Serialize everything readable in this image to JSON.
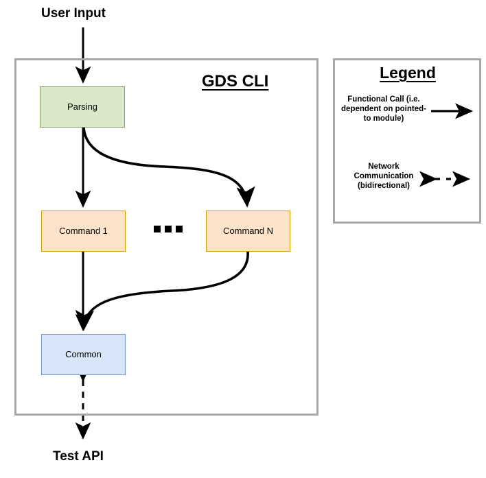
{
  "diagram": {
    "title": "GDS CLI",
    "external_labels": [
      {
        "name": "user-input",
        "text": "User Input"
      },
      {
        "name": "test-api",
        "text": "Test API"
      }
    ],
    "nodes": [
      {
        "id": "parsing",
        "label": "Parsing",
        "fill": "#d8e8c8",
        "stroke": "#82a35f"
      },
      {
        "id": "command1",
        "label": "Command 1",
        "fill": "#fde3ca",
        "stroke": "#d79b00"
      },
      {
        "id": "commandn",
        "label": "Command N",
        "fill": "#fde3ca",
        "stroke": "#d79b00"
      },
      {
        "id": "common",
        "label": "Common",
        "fill": "#d7e6f8",
        "stroke": "#7296bd"
      }
    ],
    "ellipsis": "...",
    "edges": [
      {
        "from": "user-input",
        "to": "parsing",
        "style": "solid",
        "direction": "one-way"
      },
      {
        "from": "parsing",
        "to": "command1",
        "style": "solid",
        "direction": "one-way"
      },
      {
        "from": "parsing",
        "to": "commandn",
        "style": "solid",
        "direction": "one-way"
      },
      {
        "from": "command1",
        "to": "common",
        "style": "solid",
        "direction": "one-way"
      },
      {
        "from": "commandn",
        "to": "common",
        "style": "solid",
        "direction": "one-way"
      },
      {
        "from": "common",
        "to": "test-api",
        "style": "dashed",
        "direction": "bidirectional"
      }
    ],
    "frame_color": "#a9a9a9",
    "line_color": "#000000"
  },
  "legend": {
    "title": "Legend",
    "entries": [
      {
        "name": "functional-call",
        "text": "Functional Call (i.e. dependent on pointed-to module)",
        "symbol": "solid-arrow-right"
      },
      {
        "name": "network-communication",
        "text": "Network Communication (bidirectional)",
        "symbol": "dashed-double-arrow"
      }
    ]
  }
}
